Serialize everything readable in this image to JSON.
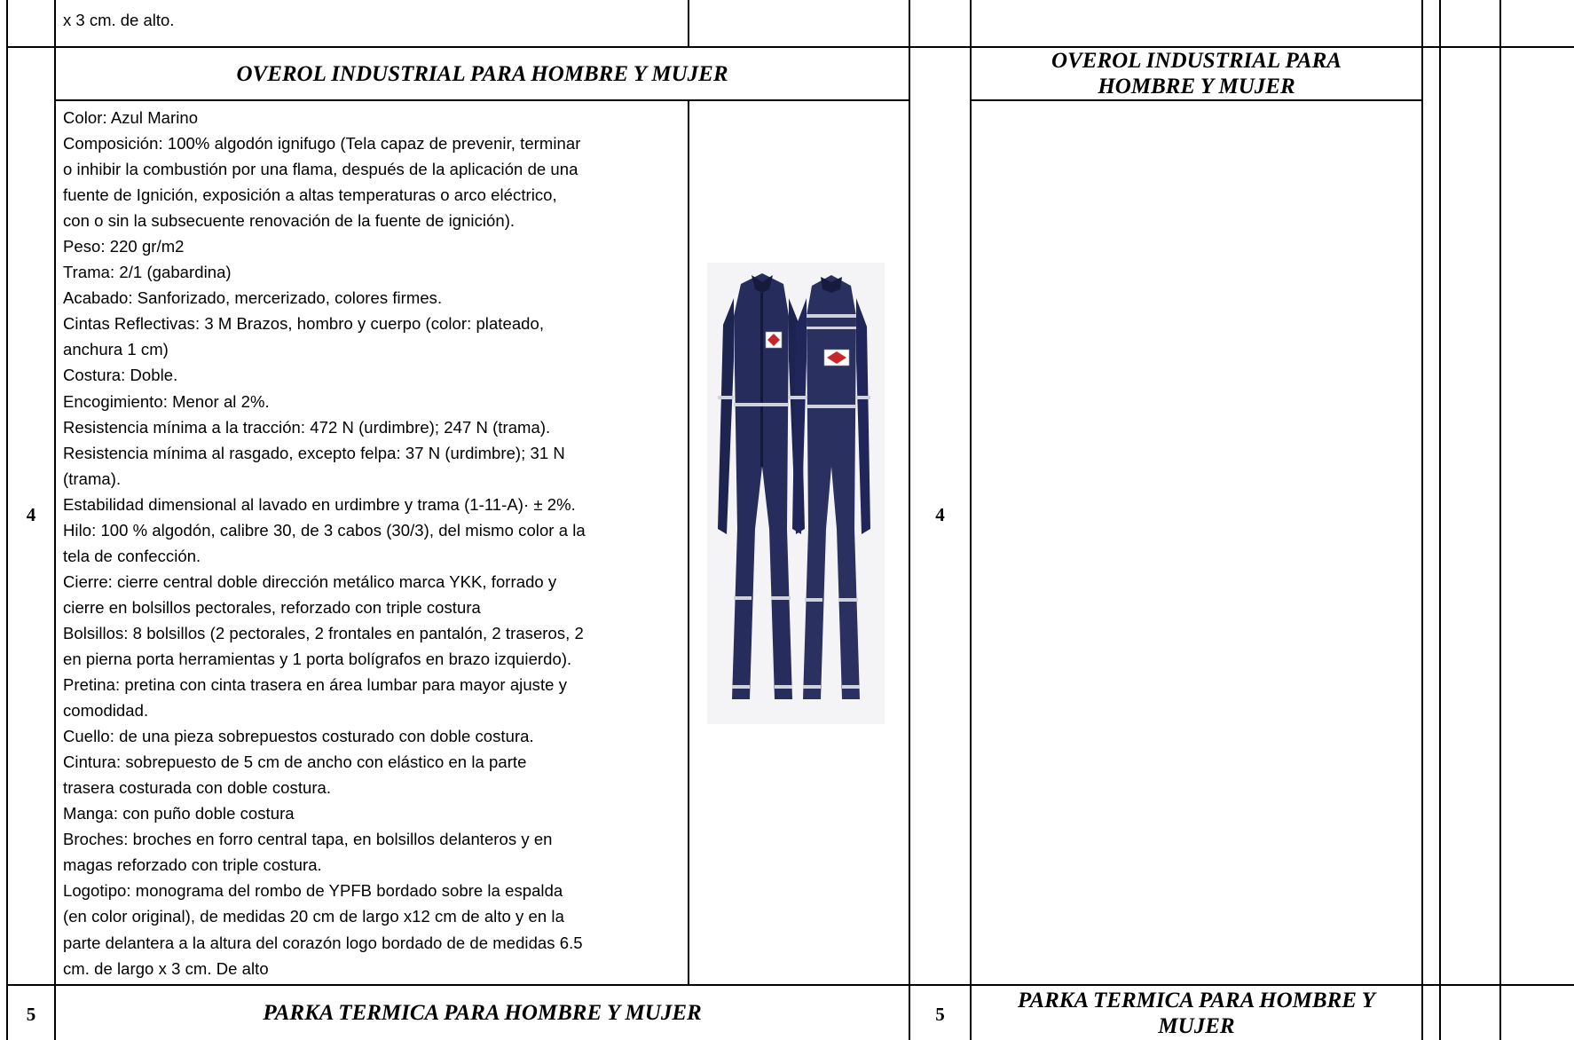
{
  "header_continuation": "x 3 cm. de alto.",
  "items": [
    {
      "number": "4",
      "title": "OVEROL INDUSTRIAL PARA HOMBRE Y MUJER",
      "title_right": [
        "OVEROL INDUSTRIAL PARA",
        "HOMBRE Y MUJER"
      ]
    },
    {
      "number": "5",
      "title": "PARKA TERMICA PARA HOMBRE Y MUJER",
      "title_right": [
        "PARKA TERMICA PARA HOMBRE Y",
        "MUJER"
      ]
    }
  ],
  "spec_lines": [
    "Color: Azul Marino",
    "Composición: 100% algodón ignifugo (Tela capaz de prevenir, terminar",
    "o inhibir la combustión por una flama, después de la aplicación de una",
    "fuente de Ignición, exposición a altas temperaturas o arco eléctrico,",
    "con o sin la subsecuente renovación de la fuente de ignición).",
    "Peso: 220 gr/m2",
    "Trama: 2/1 (gabardina)",
    "Acabado: Sanforizado, mercerizado, colores firmes.",
    "Cintas Reflectivas: 3 M Brazos, hombro y cuerpo (color: plateado,",
    "anchura 1 cm)",
    "Costura: Doble.",
    "Encogimiento: Menor al 2%.",
    "Resistencia mínima a la tracción: 472 N (urdimbre); 247 N (trama).",
    "Resistencia mínima al rasgado, excepto felpa: 37 N (urdimbre); 31 N",
    "(trama).",
    "Estabilidad dimensional al lavado en urdimbre y trama (1-11-A)· ± 2%.",
    "Hilo: 100 % algodón, calibre 30, de 3 cabos (30/3), del mismo color a la",
    "tela de confección.",
    "Cierre: cierre central doble dirección metálico marca YKK, forrado y",
    "cierre en bolsillos pectorales, reforzado con triple costura",
    "Bolsillos: 8 bolsillos (2 pectorales, 2 frontales en pantalón, 2 traseros, 2",
    "en pierna porta herramientas y 1 porta bolígrafos en brazo izquierdo).",
    "Pretina: pretina con cinta trasera en área lumbar para mayor ajuste y",
    "comodidad.",
    "Cuello: de una pieza sobrepuestos costurado con doble costura.",
    "Cintura: sobrepuesto de  5 cm de ancho con elástico en la parte",
    "trasera costurada con doble costura.",
    "Manga: con puño doble costura",
    "Broches: broches en forro central tapa, en bolsillos delanteros y en",
    "magas reforzado con triple costura.",
    "Logotipo: monograma del rombo de YPFB bordado sobre la espalda",
    "(en color original), de medidas 20 cm de largo x12 cm de alto y en la",
    "parte delantera a la altura del corazón logo bordado de de medidas 6.5",
    "cm. de largo x 3 cm. De alto"
  ],
  "colors": {
    "coverall_navy": "#2a3160",
    "coverall_dark": "#1c2147",
    "reflective_stripe": "#c9ccd6",
    "logo_red": "#c8262c"
  }
}
